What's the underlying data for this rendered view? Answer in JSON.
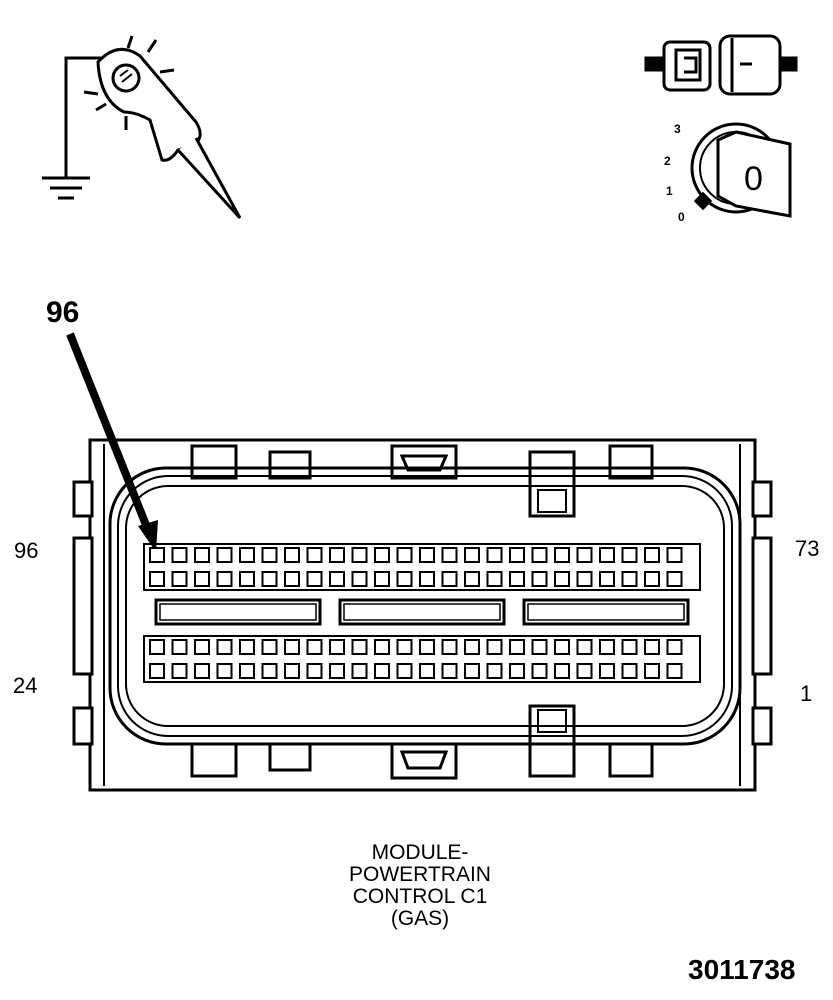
{
  "callout": {
    "pin": "96"
  },
  "pin_labels": {
    "top_left": "96",
    "top_right": "73",
    "bottom_left": "24",
    "bottom_right": "1"
  },
  "caption": {
    "line1": "MODULE-",
    "line2": "POWERTRAIN",
    "line3": "CONTROL C1",
    "line4": "(GAS)"
  },
  "figure_number": "3011738",
  "ignition_key": {
    "positions": [
      "3",
      "2",
      "1",
      "0"
    ],
    "key_label": "0"
  },
  "icons": {
    "probe": "ground-probe-icon",
    "connector": "disconnected-connector-icon",
    "key": "ignition-key-off-icon"
  },
  "colors": {
    "line": "#000000",
    "background": "#ffffff"
  }
}
